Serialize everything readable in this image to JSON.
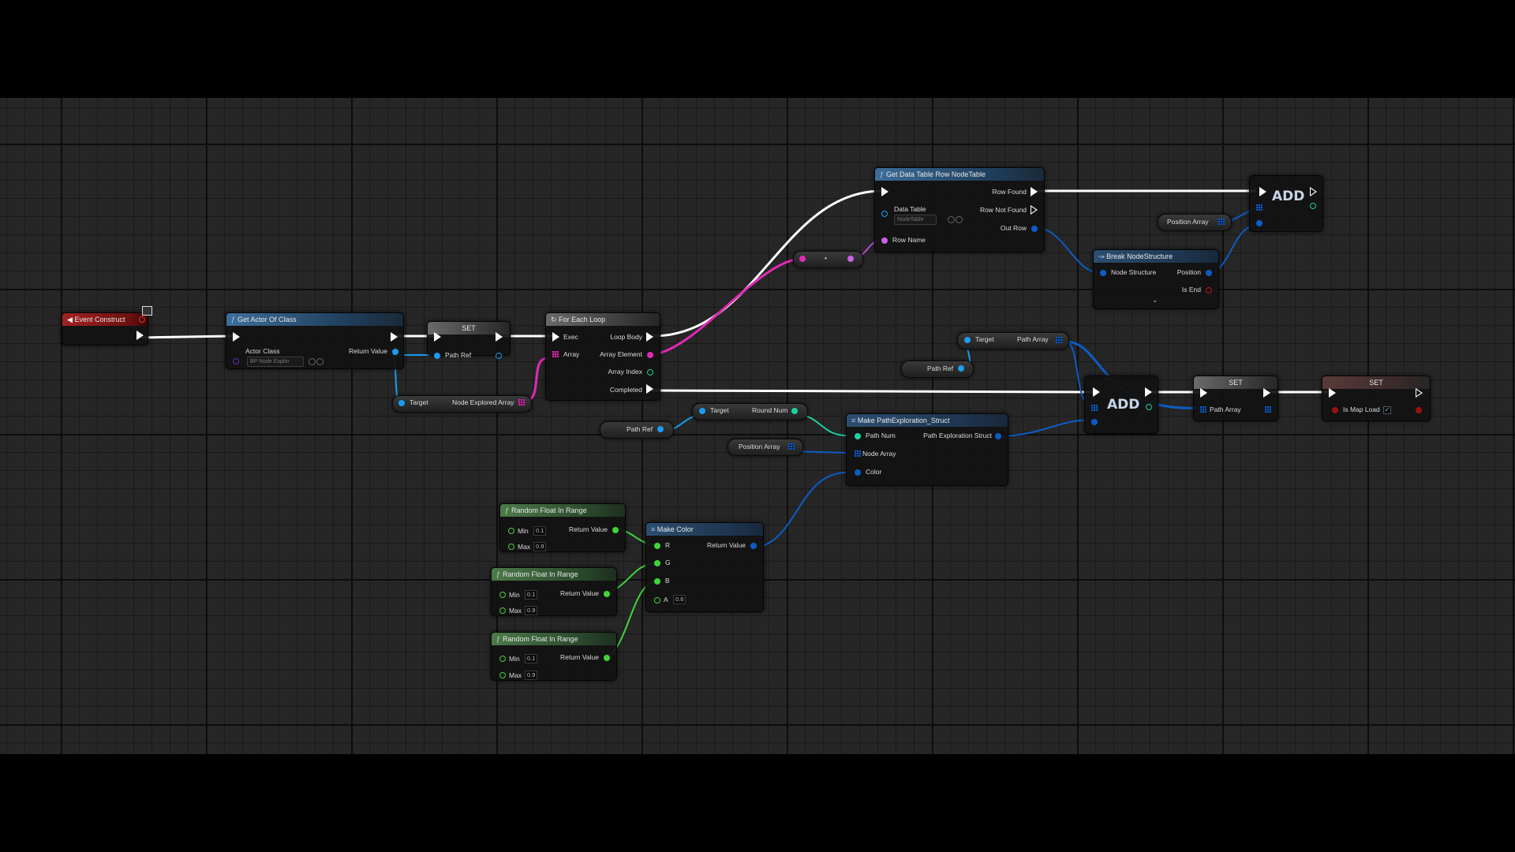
{
  "nodes": {
    "event_construct": {
      "title": "Event Construct"
    },
    "get_actor_of_class": {
      "title": "Get Actor Of Class",
      "actor_class_label": "Actor Class",
      "actor_class_value": "BP Node Explor",
      "return_label": "Return Value"
    },
    "set_pathref": {
      "title": "SET",
      "pin_label": "Path Ref"
    },
    "for_each": {
      "title": "For Each Loop",
      "exec": "Exec",
      "array": "Array",
      "loop_body": "Loop Body",
      "array_element": "Array Element",
      "array_index": "Array Index",
      "completed": "Completed"
    },
    "target_node_explored": {
      "target": "Target",
      "value": "Node Explored Array"
    },
    "get_data_table_row": {
      "title": "Get Data Table Row NodeTable",
      "data_table": "Data Table",
      "data_table_value": "NodeTable",
      "row_name": "Row Name",
      "row_found": "Row Found",
      "row_not_found": "Row Not Found",
      "out_row": "Out Row"
    },
    "convert": {
      "symbol": "•"
    },
    "add_top": {
      "title": "ADD"
    },
    "position_array": {
      "label": "Position Array"
    },
    "break_node_structure": {
      "title": "Break NodeStructure",
      "input": "Node Structure",
      "position": "Position",
      "is_end": "Is End"
    },
    "target_path_array": {
      "target": "Target",
      "value": "Path Array"
    },
    "path_ref_1": {
      "label": "Path Ref"
    },
    "add_mid": {
      "title": "ADD"
    },
    "set_path_array": {
      "title": "SET",
      "pin_label": "Path Array"
    },
    "set_is_map_load": {
      "title": "SET",
      "pin_label": "Is Map Load",
      "checked": true
    },
    "target_round_num": {
      "target": "Target",
      "value": "Round Num"
    },
    "path_ref_2": {
      "label": "Path Ref"
    },
    "position_array_2": {
      "label": "Position Array"
    },
    "make_path_struct": {
      "title": "Make PathExploration_Struct",
      "path_num": "Path Num",
      "node_array": "Node Array",
      "color": "Color",
      "output": "Path Exploration Struct"
    },
    "make_color": {
      "title": "Make Color",
      "r": "R",
      "g": "G",
      "b": "B",
      "a": "A",
      "a_value": "0.6",
      "return_label": "Return Value"
    },
    "random_float": [
      {
        "title": "Random Float In Range",
        "min_label": "Min",
        "min": "0.1",
        "max_label": "Max",
        "max": "0.9",
        "return_label": "Return Value"
      },
      {
        "title": "Random Float In Range",
        "min_label": "Min",
        "min": "0.1",
        "max_label": "Max",
        "max": "0.9",
        "return_label": "Return Value"
      },
      {
        "title": "Random Float In Range",
        "min_label": "Min",
        "min": "0.1",
        "max_label": "Max",
        "max": "0.9",
        "return_label": "Return Value"
      }
    ]
  },
  "colors": {
    "exec": "#ffffff",
    "object": "#1a9cf0",
    "struct": "#0d5cc4",
    "name": "#c860e0",
    "float": "#3fd43a",
    "bool": "#a01010",
    "int": "#1ed0a0",
    "background": "#262626"
  }
}
